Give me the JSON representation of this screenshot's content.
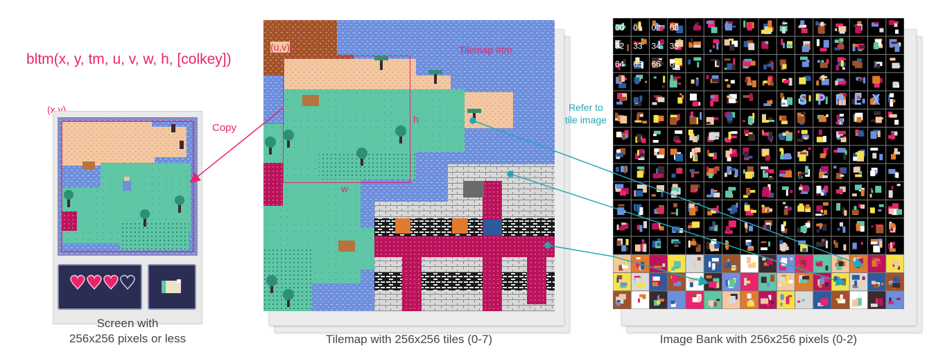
{
  "function_signature": "bltm(x, y, tm, u, v, w, h, [colkey])",
  "screen": {
    "origin_label": "(x,y)",
    "caption_line1": "Screen with",
    "caption_line2": "256x256 pixels or less"
  },
  "copy_label": "Copy",
  "tilemap": {
    "origin_label": "(u,v)",
    "title_prefix": "Tilemap #",
    "title_var": "tm",
    "h_label": "h",
    "w_label": "w",
    "caption": "Tilemap with 256x256 tiles (0-7)"
  },
  "refer_label_line1": "Refer to",
  "refer_label_line2": "tile image",
  "image_bank": {
    "caption": "Image Bank with 256x256 pixels (0-2)",
    "index_rows": [
      [
        "00",
        "01",
        "02",
        "03"
      ],
      [
        "32",
        "33",
        "34",
        "35"
      ],
      [
        "64",
        "65",
        "66",
        "67"
      ]
    ],
    "letters": "SPMEX"
  },
  "colors": {
    "accent_pink": "#e8246e",
    "accent_teal": "#26a6b4",
    "water": "#6d8fdc",
    "sand": "#f2c7a1",
    "grass": "#5fc6a6",
    "dark": "#2b2e52",
    "magenta": "#b8145c"
  }
}
